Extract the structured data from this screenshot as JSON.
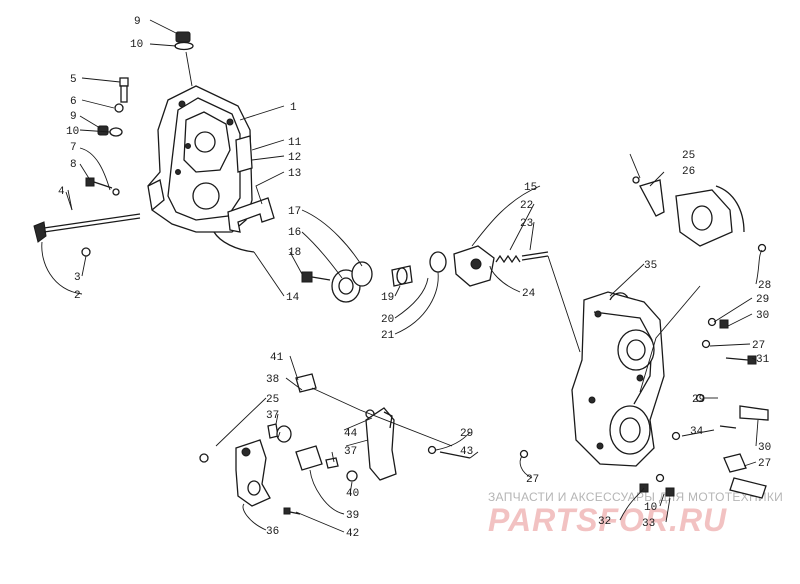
{
  "callouts": {
    "c1": "1",
    "c2": "2",
    "c3": "3",
    "c4": "4",
    "c5": "5",
    "c6": "6",
    "c7": "7",
    "c8": "8",
    "c9a": "9",
    "c9b": "9",
    "c10a": "10",
    "c10b": "10",
    "c10c": "10",
    "c11": "11",
    "c12": "12",
    "c13": "13",
    "c14": "14",
    "c15": "15",
    "c16": "16",
    "c17": "17",
    "c18": "18",
    "c19": "19",
    "c20": "20",
    "c21": "21",
    "c22": "22",
    "c23": "23",
    "c24": "24",
    "c25a": "25",
    "c25b": "25",
    "c26": "26",
    "c27a": "27",
    "c27b": "27",
    "c27c": "27",
    "c28": "28",
    "c29a": "29",
    "c29b": "29",
    "c29c": "29",
    "c30a": "30",
    "c30b": "30",
    "c31": "31",
    "c32": "32",
    "c33": "33",
    "c34": "34",
    "c35": "35",
    "c36": "36",
    "c37a": "37",
    "c37b": "37",
    "c38": "38",
    "c39": "39",
    "c40": "40",
    "c41": "41",
    "c42": "42",
    "c43": "43",
    "c44": "44"
  },
  "watermark": {
    "tagline": "ЗАПЧАСТИ И АКСЕССУАРЫ ДЛЯ МОТОТЕХНИКИ",
    "logo": "PARTSFOR.RU"
  }
}
